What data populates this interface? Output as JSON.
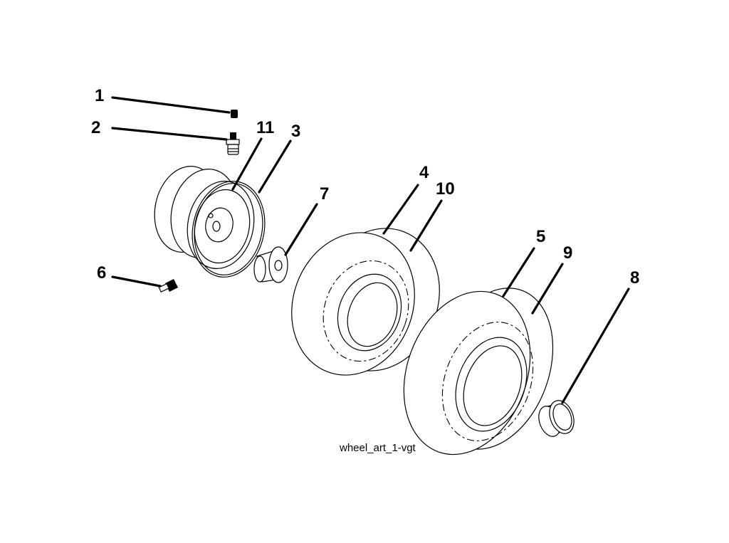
{
  "caption": "wheel_art_1-vgt",
  "callouts": {
    "c1": "1",
    "c2": "2",
    "c3": "3",
    "c4": "4",
    "c5": "5",
    "c6": "6",
    "c7": "7",
    "c8": "8",
    "c9": "9",
    "c10": "10",
    "c11": "11"
  }
}
